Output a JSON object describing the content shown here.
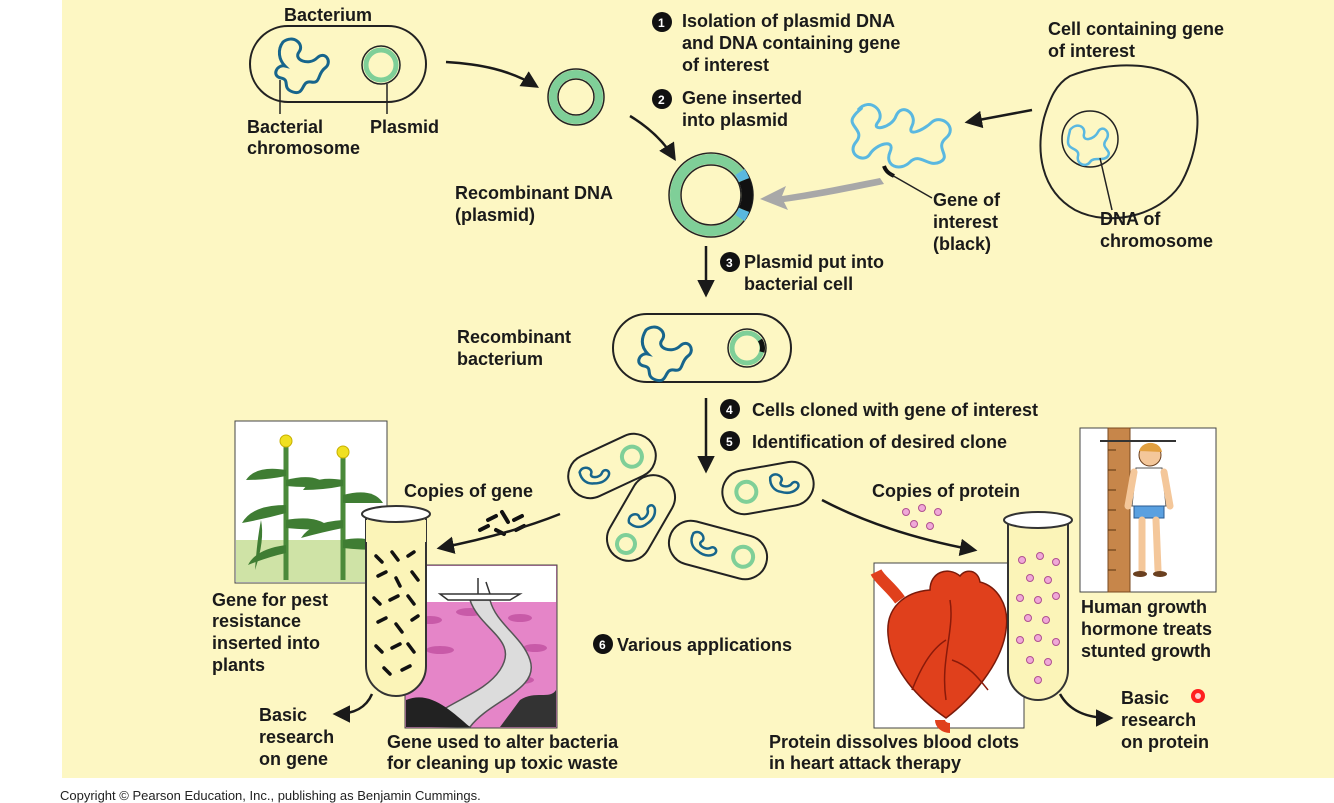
{
  "labels": {
    "bacterium": "Bacterium",
    "bacterial_chromosome": [
      "Bacterial",
      "chromosome"
    ],
    "plasmid": "Plasmid",
    "step1": [
      "Isolation of plasmid DNA",
      "and DNA containing gene",
      "of interest"
    ],
    "step2": [
      "Gene inserted",
      "into plasmid"
    ],
    "cell_containing_gene": [
      "Cell containing gene",
      "of interest"
    ],
    "recombinant_dna": [
      "Recombinant DNA",
      "(plasmid)"
    ],
    "gene_of_interest": [
      "Gene of",
      "interest",
      "(black)"
    ],
    "dna_of_chromosome": [
      "DNA of",
      "chromosome"
    ],
    "step3": [
      "Plasmid put into",
      "bacterial cell"
    ],
    "recombinant_bacterium": [
      "Recombinant",
      "bacterium"
    ],
    "step4": "Cells cloned with gene of interest",
    "step5": "Identification of desired clone",
    "copies_of_gene": "Copies of gene",
    "copies_of_protein": "Copies of protein",
    "step6": "Various applications",
    "gene_pest": [
      "Gene for pest",
      "resistance",
      "inserted into",
      "plants"
    ],
    "basic_research_gene": [
      "Basic",
      "research",
      "on gene"
    ],
    "gene_bacteria_waste": [
      "Gene used to alter bacteria",
      "for cleaning up toxic waste"
    ],
    "protein_blood_clots": [
      "Protein dissolves blood clots",
      "in heart attack therapy"
    ],
    "human_growth": [
      "Human growth",
      "hormone treats",
      "stunted growth"
    ],
    "basic_research_protein": [
      "Basic",
      "research",
      "on protein"
    ]
  },
  "step_numbers": [
    "1",
    "2",
    "3",
    "4",
    "5",
    "6"
  ],
  "copyright": "Copyright © Pearson Education, Inc., publishing as Benjamin Cummings.",
  "colors": {
    "background": "#fdf7c3",
    "cell_fill": "#fdf7c3",
    "plasmid": "#7fcf98",
    "bacterial_dna": "#17658c",
    "gene_dna": "#5ab8e0",
    "gene_of_interest": "#000000",
    "arrow": "#1a1a1a",
    "gray_arrow": "#a8a8a8",
    "heart": "#e0401c",
    "pink_pool": "#e585c8",
    "tube_fill": "#fbf4b8"
  }
}
